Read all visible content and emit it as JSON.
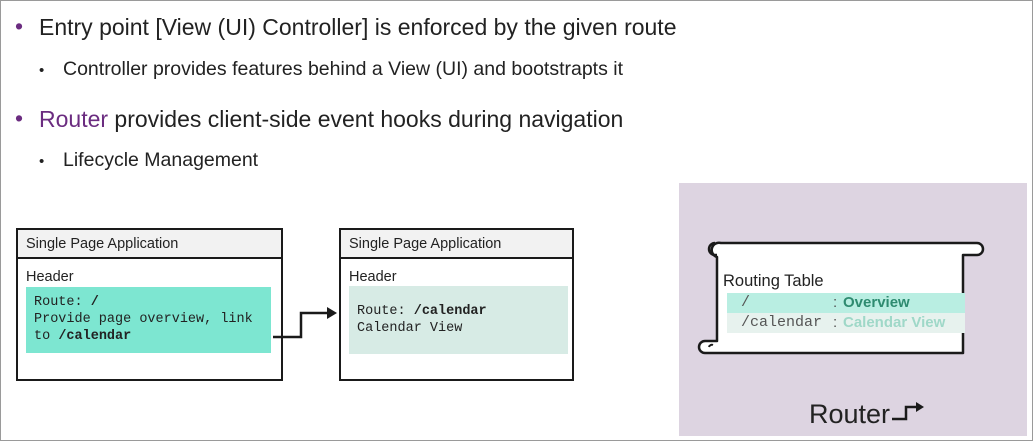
{
  "bullets": {
    "b1": "Entry point [View (UI) Controller] is enforced by the given route",
    "b1a": "Controller provides features behind a View (UI) and bootstrapts it",
    "b2_highlight": "Router",
    "b2_rest": " provides client-side event hooks during navigation",
    "b2a": "Lifecycle Management"
  },
  "spa_left": {
    "title": "Single Page Application",
    "header": "Header",
    "route_prefix": "Route: ",
    "route_value": "/",
    "line2": "Provide page overview, link",
    "line3_prefix": "to ",
    "line3_value": "/calendar"
  },
  "spa_right": {
    "title": "Single Page Application",
    "header": "Header",
    "route_prefix": "Route: ",
    "route_value": "/calendar",
    "line2": "Calendar View"
  },
  "routing_table": {
    "title": "Routing Table",
    "rows": [
      {
        "path": "/",
        "separator": ":",
        "target": "Overview"
      },
      {
        "path": "/calendar",
        "separator": ":",
        "target": "Calendar View"
      }
    ]
  },
  "router_label": "Router",
  "colors": {
    "accent_purple": "#6b2c80",
    "route_active": "#7de6d1",
    "route_inactive": "#d7ebe5",
    "panel": "#ddd4e1",
    "overview_text": "#2e8b70",
    "calendar_text": "#9fd8c8"
  },
  "icons": [
    "bullet-dot",
    "arrow-right-icon",
    "scroll-icon",
    "router-arrow-icon"
  ]
}
